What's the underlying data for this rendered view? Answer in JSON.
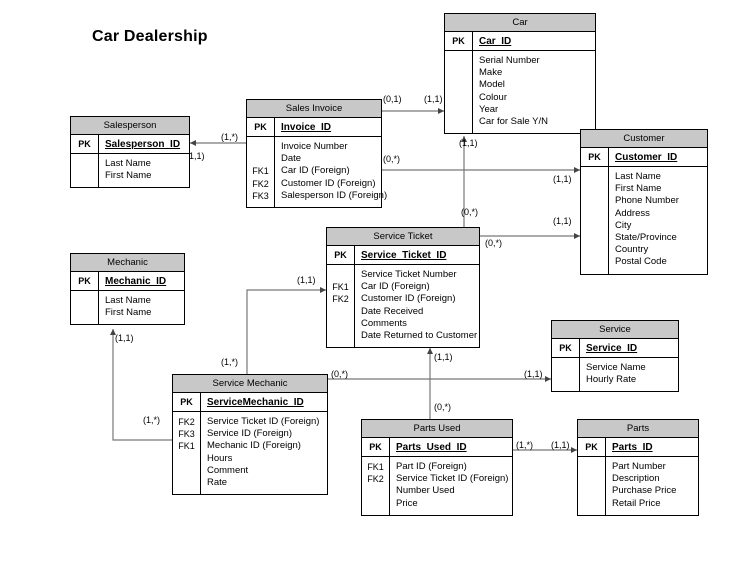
{
  "title": "Car Dealership",
  "entities": {
    "salesperson": {
      "name": "Salesperson",
      "pk_tag": "PK",
      "pk": "Salesperson_ID",
      "fks": [],
      "attrs": [
        "Last Name",
        "First Name"
      ]
    },
    "sales_invoice": {
      "name": "Sales Invoice",
      "pk_tag": "PK",
      "pk": "Invoice_ID",
      "fks": [
        "FK1",
        "FK2",
        "FK3"
      ],
      "attrs": [
        "Invoice Number",
        "Date",
        "Car ID (Foreign)",
        "Customer ID (Foreign)",
        "Salesperson ID (Foreign)"
      ]
    },
    "car": {
      "name": "Car",
      "pk_tag": "PK",
      "pk": "Car_ID",
      "fks": [],
      "attrs": [
        "Serial Number",
        "Make",
        "Model",
        "Colour",
        "Year",
        "Car for Sale Y/N"
      ]
    },
    "customer": {
      "name": "Customer",
      "pk_tag": "PK",
      "pk": "Customer_ID",
      "fks": [],
      "attrs": [
        "Last Name",
        "First Name",
        "Phone Number",
        "Address",
        "City",
        "State/Province",
        "Country",
        "Postal Code"
      ]
    },
    "service_ticket": {
      "name": "Service Ticket",
      "pk_tag": "PK",
      "pk": "Service_Ticket_ID",
      "fks": [
        "FK1",
        "FK2"
      ],
      "attrs": [
        "Service Ticket Number",
        "Car ID (Foreign)",
        "Customer ID (Foreign)",
        "Date Received",
        "Comments",
        "Date Returned to Customer"
      ]
    },
    "mechanic": {
      "name": "Mechanic",
      "pk_tag": "PK",
      "pk": "Mechanic_ID",
      "fks": [],
      "attrs": [
        "Last Name",
        "First Name"
      ]
    },
    "service_mechanic": {
      "name": "Service Mechanic",
      "pk_tag": "PK",
      "pk": "ServiceMechanic_ID",
      "fks": [
        "FK2",
        "FK3",
        "FK1"
      ],
      "attrs": [
        "Service Ticket ID (Foreign)",
        "Service ID (Foreign)",
        "Mechanic ID (Foreign)",
        "Hours",
        "Comment",
        "Rate"
      ]
    },
    "service": {
      "name": "Service",
      "pk_tag": "PK",
      "pk": "Service_ID",
      "fks": [],
      "attrs": [
        "Service Name",
        "Hourly Rate"
      ]
    },
    "parts_used": {
      "name": "Parts Used",
      "pk_tag": "PK",
      "pk": "Parts_Used_ID",
      "fks": [
        "FK1",
        "FK2"
      ],
      "attrs": [
        "Part ID (Foreign)",
        "Service Ticket ID (Foreign)",
        "Number Used",
        "Price"
      ]
    },
    "parts": {
      "name": "Parts",
      "pk_tag": "PK",
      "pk": "Parts_ID",
      "fks": [],
      "attrs": [
        "Part Number",
        "Description",
        "Purchase Price",
        "Retail Price"
      ]
    }
  },
  "cardinalities": {
    "invoice_car_source": "(0,1)",
    "invoice_car_target": "(1,1)",
    "invoice_salesperson_source": "(1,*)",
    "invoice_salesperson_target": "(1,1)",
    "invoice_customer_source": "(0,*)",
    "invoice_customer_target": "(1,1)",
    "ticket_car_target": "(1,1)",
    "ticket_car_source": "(0,*)",
    "ticket_customer_source": "(0,*)",
    "ticket_customer_target": "(1,1)",
    "ticket_servicemech_source": "(1,1)",
    "servicemech_mechanic_source": "(1,1)",
    "servicemech_mechanic_target": "(1,*)",
    "servicemech_ticket_label": "(1,*)",
    "servicemech_service_source": "(0,*)",
    "servicemech_service_target": "(1,1)",
    "partsused_ticket_target": "(1,1)",
    "partsused_ticket_source": "(0,*)",
    "partsused_parts_source": "(1,*)",
    "partsused_parts_target": "(1,1)"
  },
  "colors": {
    "header_fill": "#c8c8c8",
    "line": "#666666",
    "border": "#000000",
    "background": "#ffffff"
  }
}
